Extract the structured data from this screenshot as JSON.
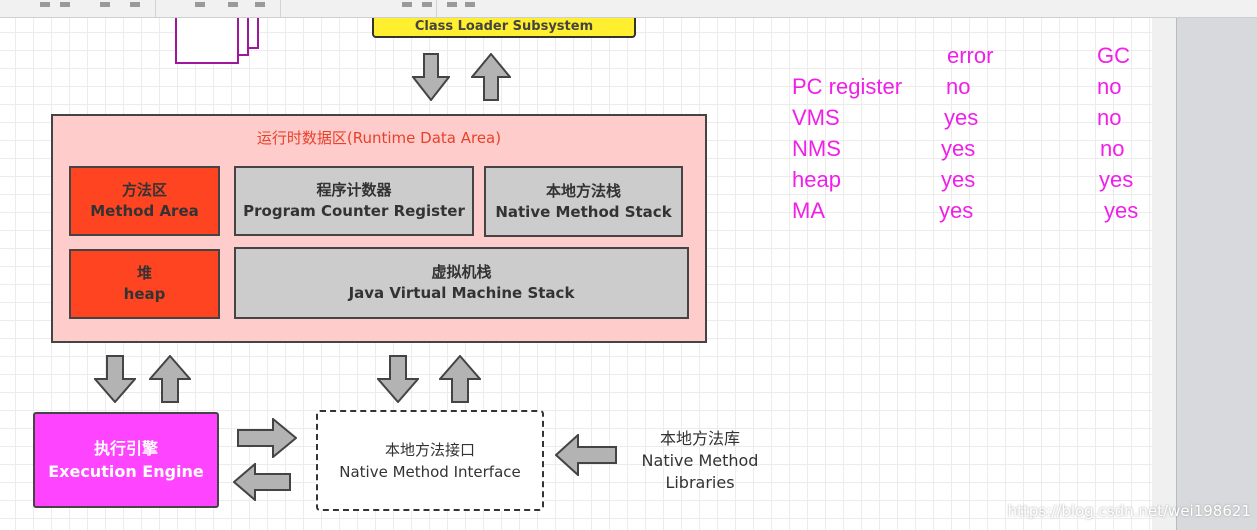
{
  "diagram": {
    "top_box": {
      "label": "Class Loader Subsystem",
      "color": "#ffef2e"
    },
    "runtime_area": {
      "title": "运行时数据区(Runtime Data Area)",
      "color": "#ffcccc",
      "title_color": "#e8412a"
    },
    "method_area": {
      "cn": "方法区",
      "en": "Method Area",
      "color": "#ff4422"
    },
    "pc_register": {
      "cn": "程序计数器",
      "en": "Program Counter Register",
      "color": "#cccccc"
    },
    "native_stack": {
      "cn": "本地方法栈",
      "en": "Native Method Stack",
      "color": "#cccccc"
    },
    "heap": {
      "cn": "堆",
      "en": "heap",
      "color": "#ff4422"
    },
    "jvm_stack": {
      "cn": "虚拟机栈",
      "en": "Java Virtual Machine Stack",
      "color": "#cccccc"
    },
    "execution_engine": {
      "cn": "执行引擎",
      "en": "Execution Engine",
      "color": "#ff44ff"
    },
    "native_interface": {
      "cn": "本地方法接口",
      "en": "Native Method Interface"
    },
    "native_libraries": {
      "cn": "本地方法库",
      "en1": "Native Method",
      "en2": "Libraries"
    }
  },
  "notes": {
    "color": "#f020e8",
    "headers": [
      "error",
      "GC"
    ],
    "rows": [
      {
        "name": "PC register",
        "error": "no",
        "gc": "no"
      },
      {
        "name": "VMS",
        "error": "yes",
        "gc": "no"
      },
      {
        "name": "NMS",
        "error": "yes",
        "gc": "no"
      },
      {
        "name": "heap",
        "error": "yes",
        "gc": "yes"
      },
      {
        "name": "MA",
        "error": "yes",
        "gc": "yes"
      }
    ]
  },
  "watermark": "https://blog.csdn.net/wei198621"
}
